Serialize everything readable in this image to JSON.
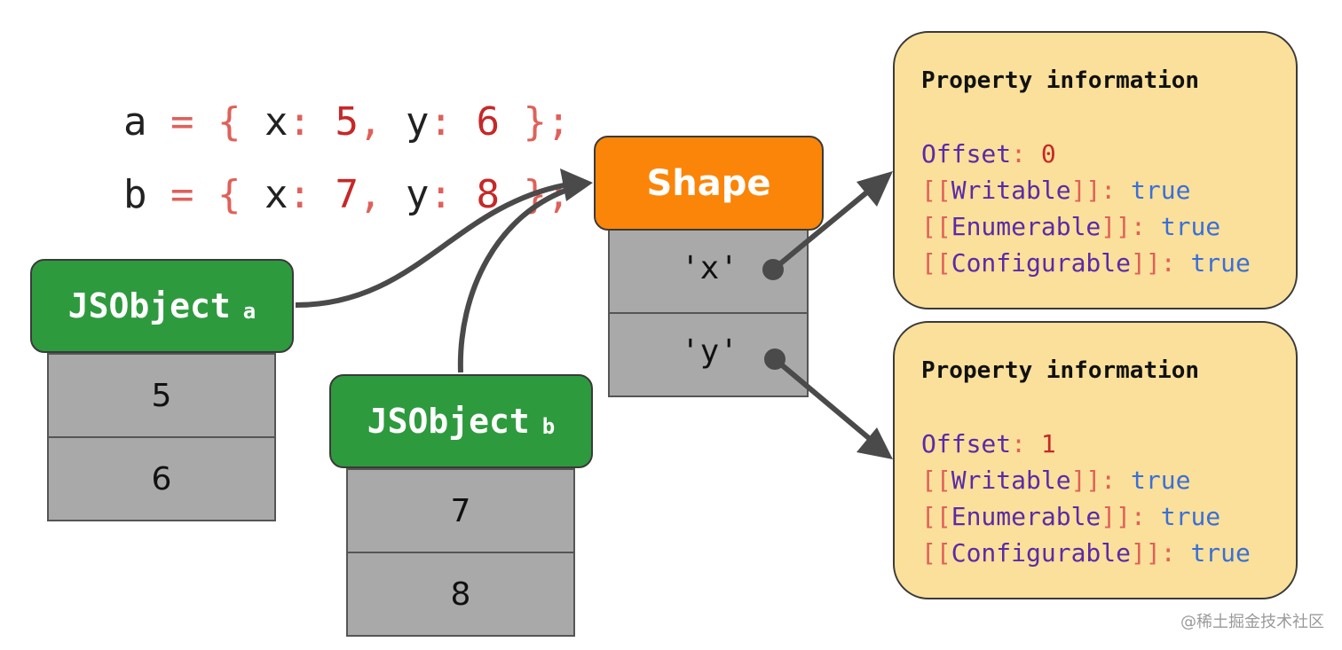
{
  "code": [
    {
      "var": "a",
      "eq": "=",
      "open": "{",
      "k1": "x",
      "v1": "5",
      "k2": "y",
      "v2": "6",
      "close": "};"
    },
    {
      "var": "b",
      "eq": "=",
      "open": "{",
      "k1": "x",
      "v1": "7",
      "k2": "y",
      "v2": "8",
      "close": "};"
    }
  ],
  "shape": {
    "title": "Shape",
    "keys": [
      "'x'",
      "'y'"
    ]
  },
  "objects": [
    {
      "title": "JSObject",
      "sub": "a",
      "values": [
        "5",
        "6"
      ]
    },
    {
      "title": "JSObject",
      "sub": "b",
      "values": [
        "7",
        "8"
      ]
    }
  ],
  "property_info": [
    {
      "title": "Property information",
      "offset_label": "Offset",
      "offset_value": "0",
      "attrs": [
        {
          "name": "Writable",
          "value": "true"
        },
        {
          "name": "Enumerable",
          "value": "true"
        },
        {
          "name": "Configurable",
          "value": "true"
        }
      ]
    },
    {
      "title": "Property information",
      "offset_label": "Offset",
      "offset_value": "1",
      "attrs": [
        {
          "name": "Writable",
          "value": "true"
        },
        {
          "name": "Enumerable",
          "value": "true"
        },
        {
          "name": "Configurable",
          "value": "true"
        }
      ]
    }
  ],
  "syntax": {
    "open_brackets": "[[",
    "close_brackets": "]]",
    "colon": ":",
    "comma": ","
  },
  "watermark": "@稀土掘金技术社区",
  "colors": {
    "green": "#2e9a3e",
    "orange": "#fb8508",
    "cell_gray": "#a9a9a9",
    "info_yellow": "#fae09a",
    "arrow": "#4a4a4a"
  }
}
